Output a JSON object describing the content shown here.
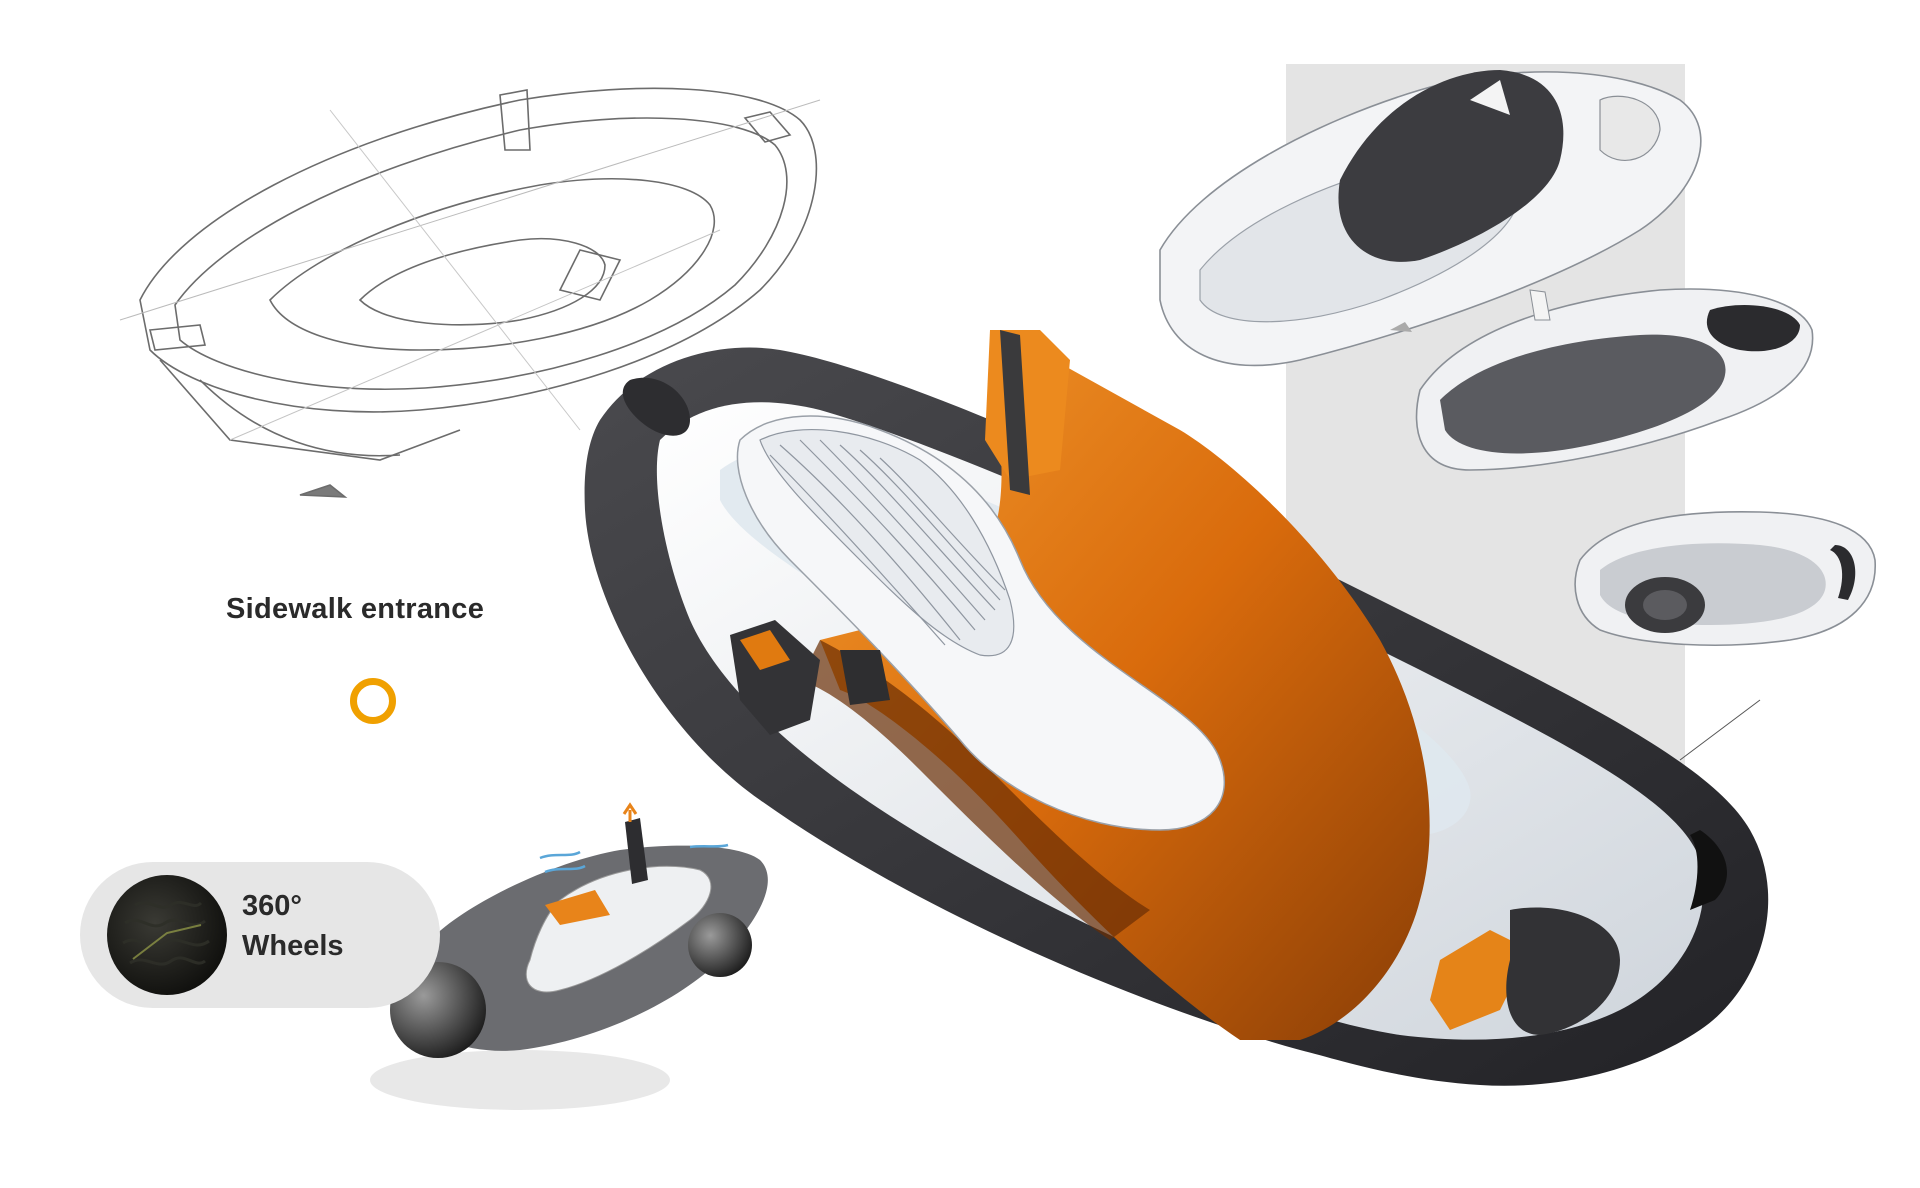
{
  "labels": {
    "sidewalk": "Sidewalk entrance",
    "wheels_line1": "360°",
    "wheels_line2": "Wheels"
  },
  "colors": {
    "accent_orange": "#e07a10",
    "ring_orange": "#f0a000",
    "panel_gray": "#e4e4e4",
    "text_dark": "#2a2a2a"
  }
}
